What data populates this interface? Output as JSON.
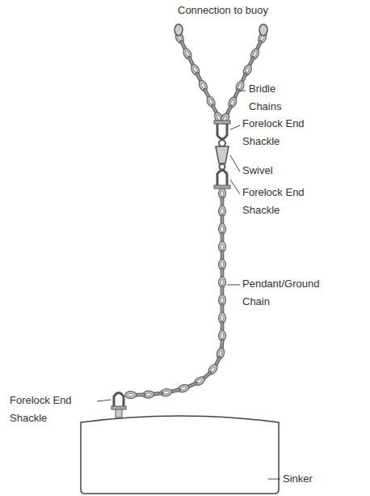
{
  "diagram": {
    "labels": [
      "Connection to buoy",
      "Bridle Chains",
      "Forelock End Shackle",
      "Swivel",
      "Forelock End Shackle",
      "Pendant/Ground Chain",
      "Forelock End Shackle",
      "Sinker"
    ]
  }
}
